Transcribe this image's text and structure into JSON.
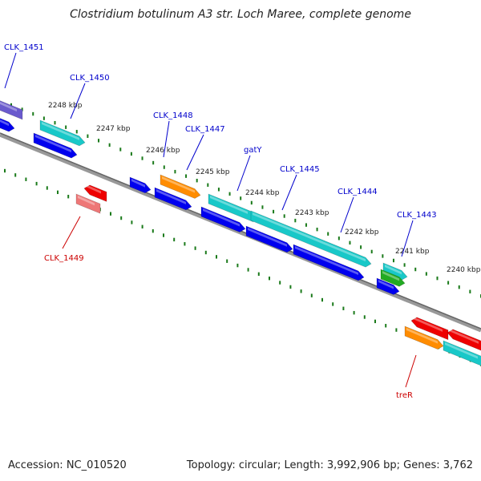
{
  "title": "Clostridium botulinum A3 str. Loch Maree, complete genome",
  "footer": {
    "accession": "Accession: NC_010520",
    "topology": "Topology: circular; Length: 3,992,906 bp; Genes: 3,762"
  },
  "colors": {
    "backbone": "#808080",
    "tick_green": "#1a7a1a",
    "label_blue": "#0000cc",
    "label_red": "#cc0000",
    "blue": "#0000ee",
    "cyan": "#19c8c8",
    "orange": "#ff8c00",
    "red": "#ee0000",
    "purple": "#6a5acd",
    "pink": "#ee7777",
    "green": "#22aa22"
  },
  "map": {
    "kbp_labels": [
      "2248 kbp",
      "2247 kbp",
      "2246 kbp",
      "2245 kbp",
      "2244 kbp",
      "2243 kbp",
      "2242 kbp",
      "2241 kbp",
      "2240 kbp"
    ],
    "genes": [
      {
        "name": "CLK_1451",
        "color": "label_blue"
      },
      {
        "name": "CLK_1450",
        "color": "label_blue"
      },
      {
        "name": "CLK_1448",
        "color": "label_blue"
      },
      {
        "name": "CLK_1447",
        "color": "label_blue"
      },
      {
        "name": "gatY",
        "color": "label_blue"
      },
      {
        "name": "CLK_1445",
        "color": "label_blue"
      },
      {
        "name": "CLK_1444",
        "color": "label_blue"
      },
      {
        "name": "CLK_1443",
        "color": "label_blue"
      },
      {
        "name": "CLK_1449",
        "color": "label_red"
      },
      {
        "name": "treR",
        "color": "label_red"
      }
    ]
  }
}
